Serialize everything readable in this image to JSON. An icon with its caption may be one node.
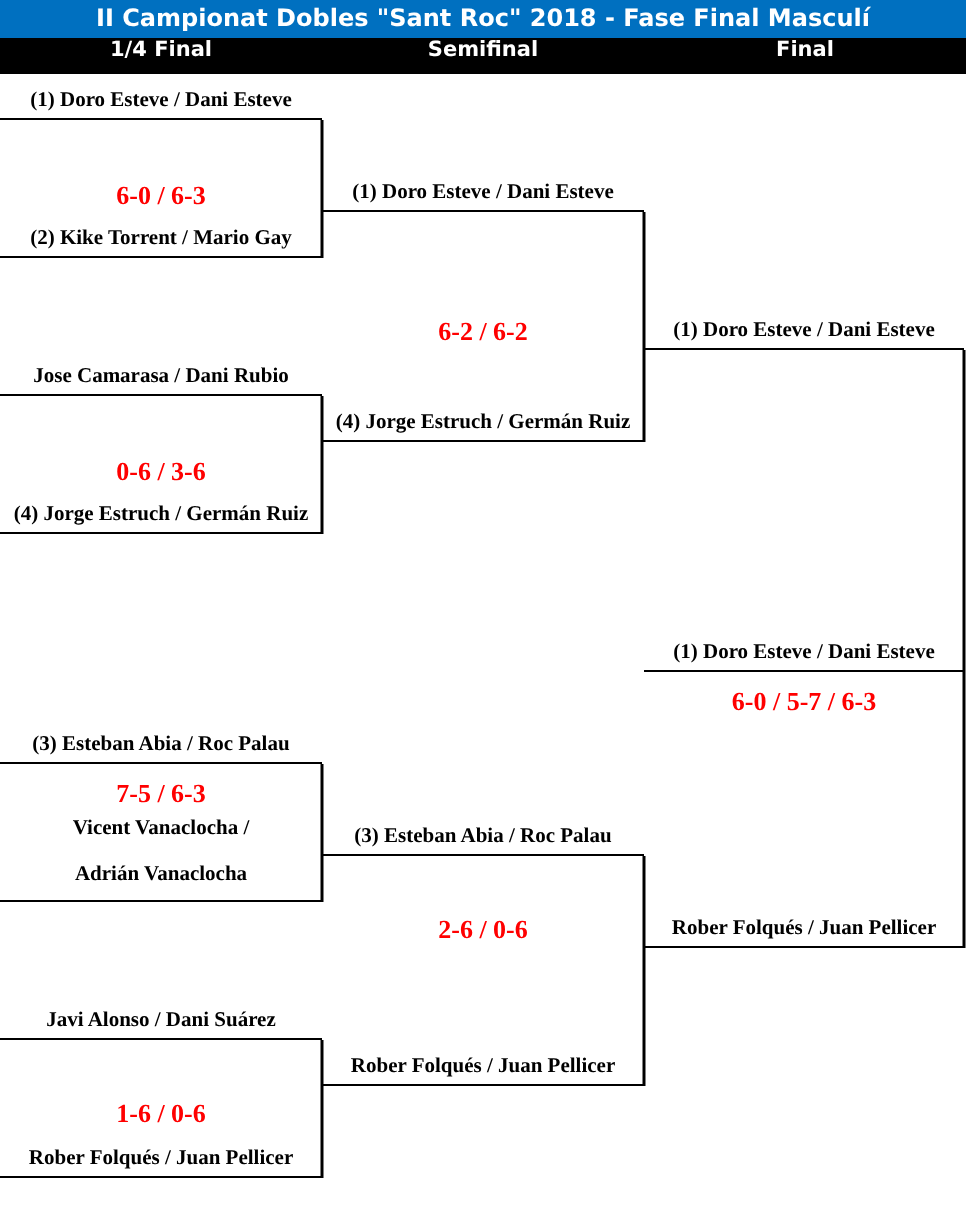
{
  "diagram": {
    "title": "II Campionat Dobles \"Sant Roc\" 2018 - Fase Final Masculí",
    "nodes": [
      {
        "text": [
          "(1) Doro Esteve / Dani Esteve"
        ]
      },
      {
        "text": [
          "(2) Kike Torrent / Mario Gay"
        ]
      },
      {
        "text": [
          "Jose Camarasa / Dani Rubio"
        ]
      },
      {
        "text": [
          "(4) Jorge Estruch / Germán Ruiz"
        ]
      },
      {
        "text": [
          "(3) Esteban Abia / Roc Palau"
        ]
      },
      {
        "text": [
          "Vicent Vanaclocha / Adrián Vanaclocha"
        ]
      },
      {
        "text": [
          "Javi Alonso / Dani Suárez"
        ]
      },
      {
        "text": [
          "Rober Folqués / Juan Pellicer"
        ]
      },
      {
        "text": [
          "(1) Doro Esteve / Dani Esteve"
        ]
      },
      {
        "text": [
          "(4) Jorge Estruch / Germán Ruiz"
        ]
      },
      {
        "text": [
          "(3) Esteban Abia / Roc Palau"
        ]
      },
      {
        "text": [
          "Rober Folqués / Juan Pellicer"
        ]
      },
      {
        "text": [
          "(1) Doro Esteve / Dani Esteve"
        ]
      },
      {
        "text": [
          "Rober Folqués / Juan Pellicer"
        ]
      },
      {
        "text": [
          "(1) Doro Esteve / Dani Esteve"
        ]
      }
    ],
    "edges": [
      {
        "from": 0,
        "to": 8,
        "arrow": "none"
      },
      {
        "from": 1,
        "to": 8,
        "arrow": "none"
      },
      {
        "from": 2,
        "to": 9,
        "arrow": "none"
      },
      {
        "from": 3,
        "to": 9,
        "arrow": "none"
      },
      {
        "from": 4,
        "to": 10,
        "arrow": "none"
      },
      {
        "from": 5,
        "to": 10,
        "arrow": "none"
      },
      {
        "from": 6,
        "to": 11,
        "arrow": "none"
      },
      {
        "from": 7,
        "to": 11,
        "arrow": "none"
      },
      {
        "from": 8,
        "to": 12,
        "arrow": "none"
      },
      {
        "from": 9,
        "to": 12,
        "arrow": "none"
      },
      {
        "from": 10,
        "to": 13,
        "arrow": "none"
      },
      {
        "from": 11,
        "to": 13,
        "arrow": "none"
      },
      {
        "from": 12,
        "to": 14,
        "arrow": "none"
      },
      {
        "from": 13,
        "to": 14,
        "arrow": "none"
      }
    ],
    "labels": [
      "1/4 Final",
      "Semifinal",
      "Final",
      "6-0 / 6-3",
      "6-2 / 6-2",
      "0-6 / 3-6",
      "6-0 / 5-7 / 6-3",
      "7-5 / 6-3",
      "2-6 / 0-6",
      "1-6 / 0-6"
    ]
  }
}
